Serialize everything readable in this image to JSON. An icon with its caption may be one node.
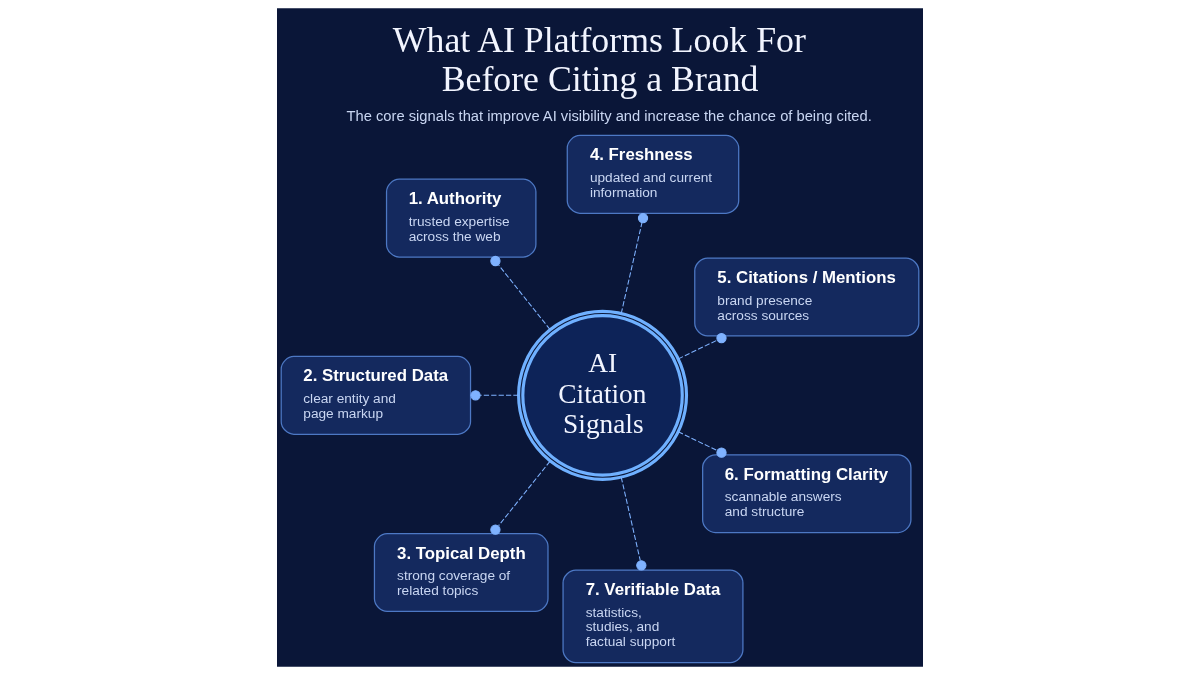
{
  "diagram": {
    "title": "What AI Platforms Look For Before Citing a Brand",
    "caption": "The core signals that improve AI visibility and increase the chance of being cited.",
    "nodes": [
      {
        "text": [
          "AI Citation Signals"
        ]
      },
      {
        "text": [
          "1. Authority",
          "trusted expertise across the web"
        ]
      },
      {
        "text": [
          "2. Structured Data",
          "clear entity and page markup"
        ]
      },
      {
        "text": [
          "3. Topical Depth",
          "strong coverage of related topics"
        ]
      },
      {
        "text": [
          "4. Freshness",
          "updated and current information"
        ]
      },
      {
        "text": [
          "5. Citations / Mentions",
          "brand presence across sources"
        ]
      },
      {
        "text": [
          "6. Formatting Clarity",
          "scannable answers and structure"
        ]
      },
      {
        "text": [
          "7. Verifiable Data",
          "statistics, studies, and factual support"
        ]
      }
    ],
    "edges": [
      {
        "from": 0,
        "to": 1,
        "arrow": "other",
        "style": "dashed"
      },
      {
        "from": 0,
        "to": 2,
        "arrow": "other",
        "style": "dashed"
      },
      {
        "from": 0,
        "to": 3,
        "arrow": "other",
        "style": "dashed"
      },
      {
        "from": 0,
        "to": 4,
        "arrow": "other",
        "style": "dashed"
      },
      {
        "from": 0,
        "to": 5,
        "arrow": "other",
        "style": "dashed"
      },
      {
        "from": 0,
        "to": 6,
        "arrow": "other",
        "style": "dashed"
      },
      {
        "from": 0,
        "to": 7,
        "arrow": "other",
        "style": "dashed"
      }
    ]
  }
}
